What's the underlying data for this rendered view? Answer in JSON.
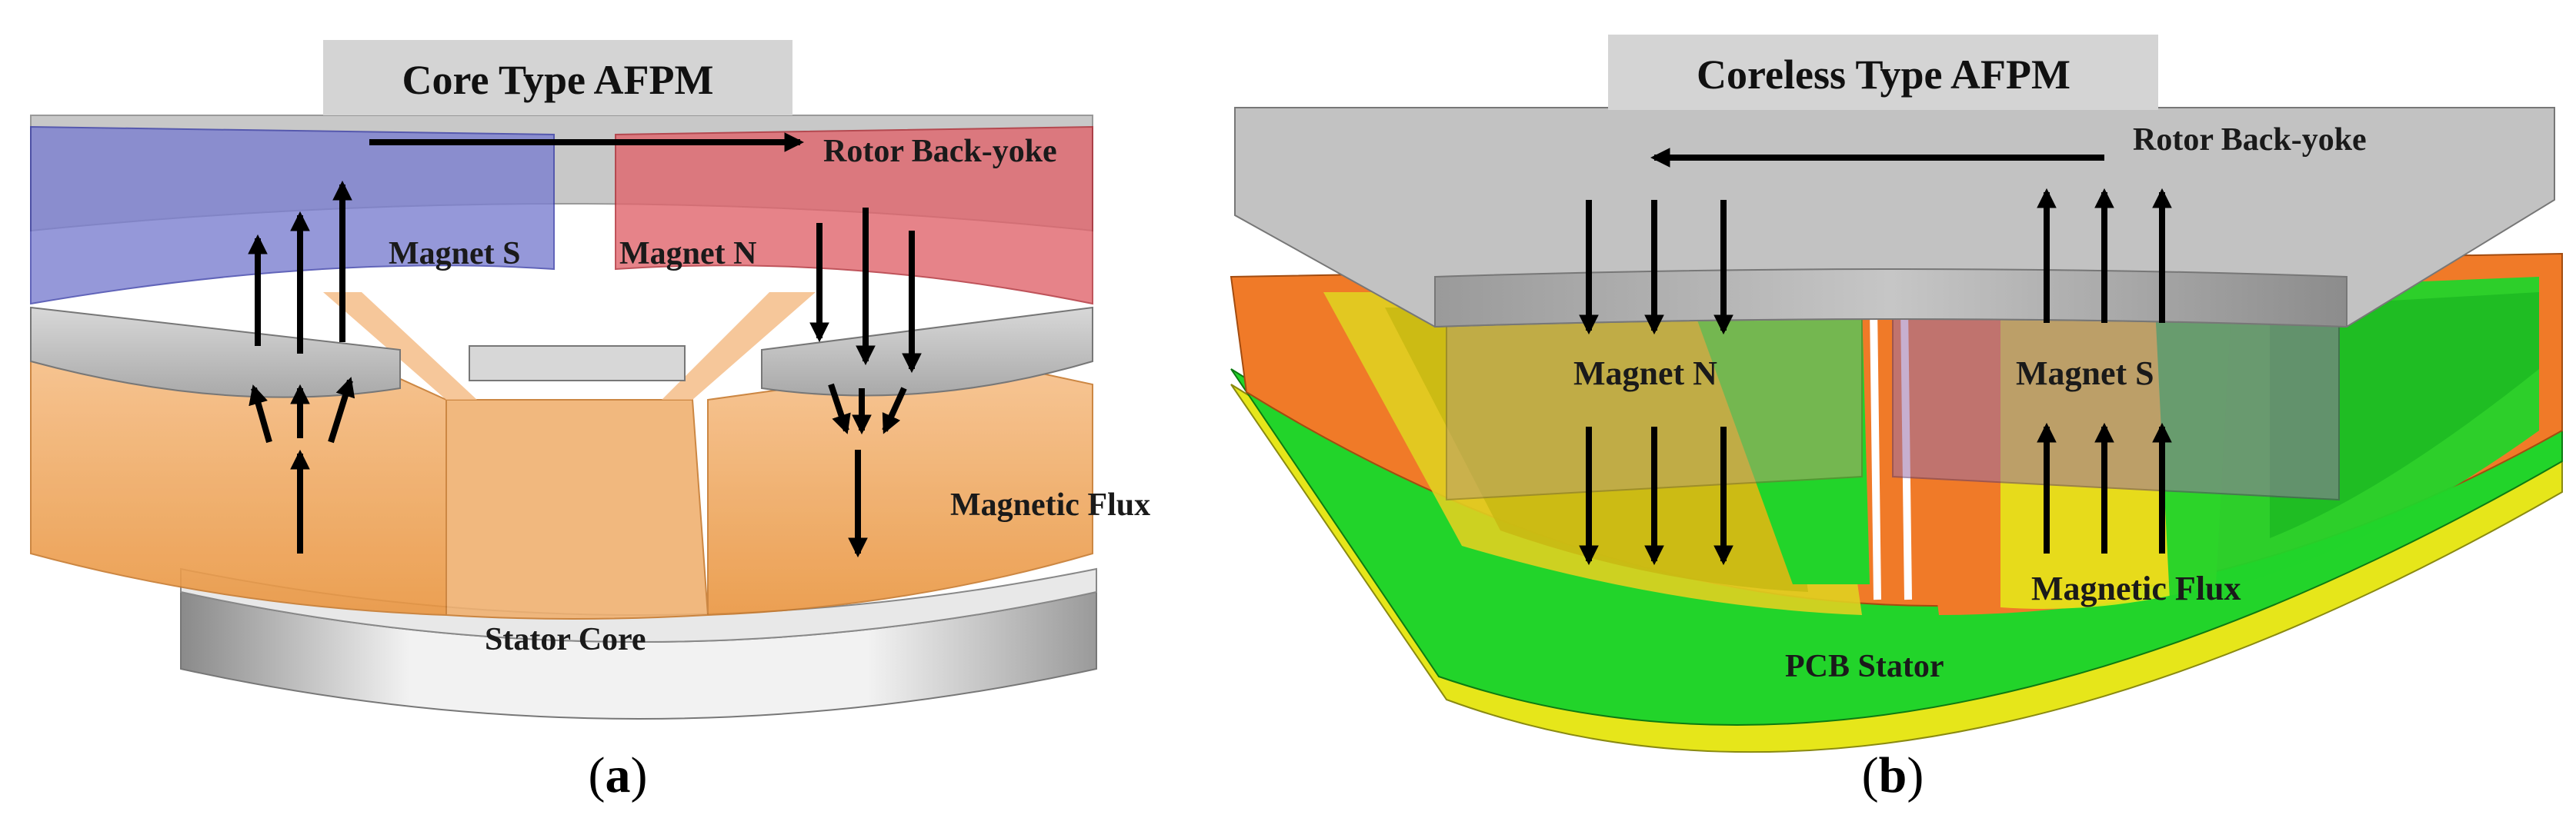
{
  "panels": [
    {
      "id": "a",
      "title": "Core Type AFPM",
      "caption_open": "(",
      "caption_letter": "a",
      "caption_close": ")",
      "labels": {
        "rotor_back_yoke": "Rotor Back-yoke",
        "magnet_s": "Magnet S",
        "magnet_n": "Magnet N",
        "magnetic_flux": "Magnetic Flux",
        "stator": "Stator Core"
      }
    },
    {
      "id": "b",
      "title": "Coreless Type AFPM",
      "caption_open": "(",
      "caption_letter": "b",
      "caption_close": ")",
      "labels": {
        "rotor_back_yoke": "Rotor Back-yoke",
        "magnet_n": "Magnet N",
        "magnet_s": "Magnet S",
        "magnetic_flux": "Magnetic Flux",
        "stator": "PCB Stator"
      }
    }
  ],
  "colors": {
    "title_box": "#d4d4d4",
    "rotor_grey": "#bdbdbd",
    "magnet_s_blue": "#7b7fd0",
    "magnet_n_red": "#e0646c",
    "stator_core_orange": "#f0a24a",
    "pcb_orange": "#f07a28",
    "pcb_yellow": "#e6e61a",
    "pcb_green": "#22d42a",
    "arrow": "#000000"
  }
}
